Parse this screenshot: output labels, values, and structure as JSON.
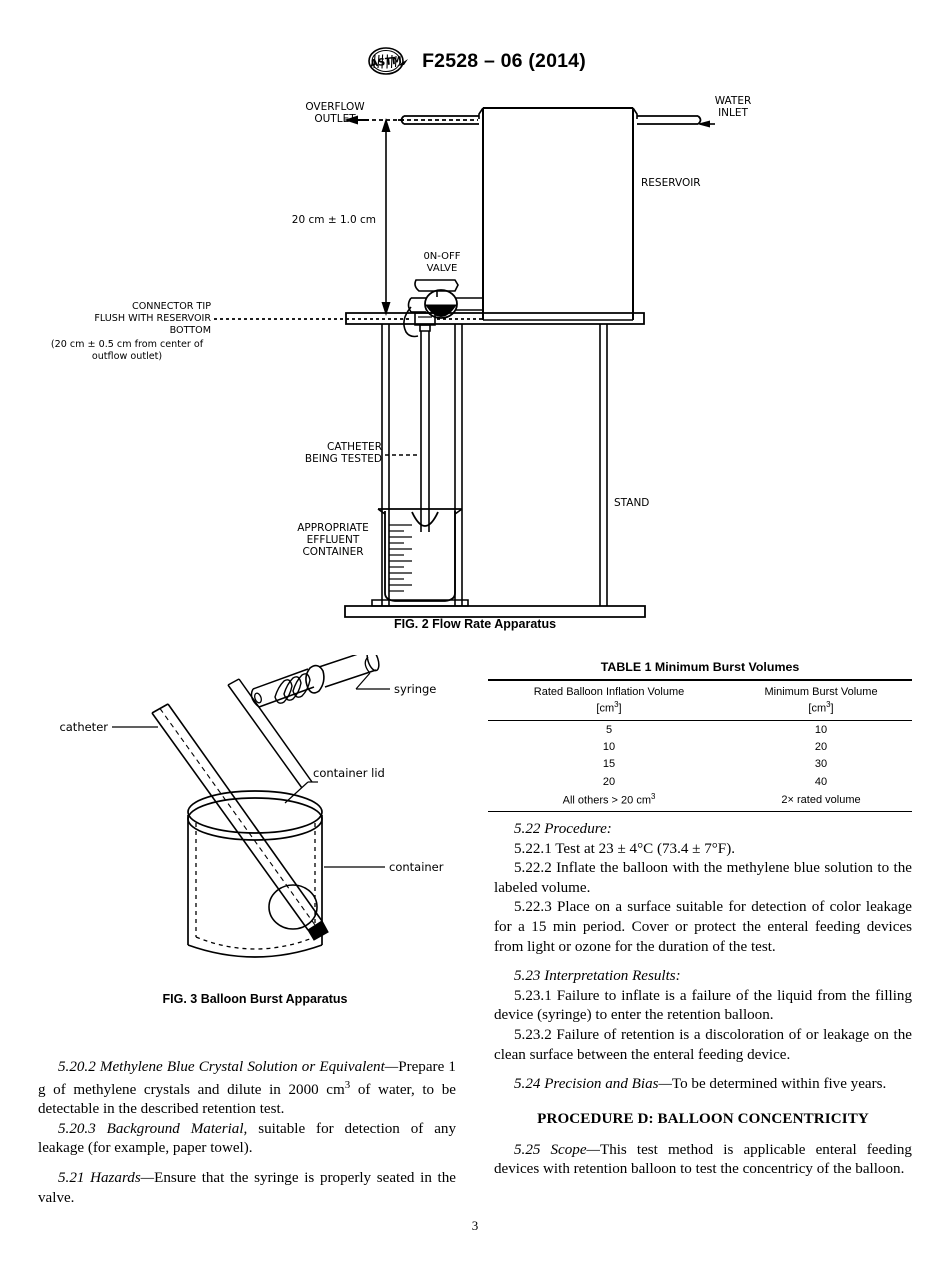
{
  "header": {
    "logo_alt": "ASTM",
    "title": "F2528 – 06 (2014)"
  },
  "figure2": {
    "caption": "FIG. 2 Flow Rate Apparatus",
    "labels": {
      "overflow_outlet_1": "OVERFLOW",
      "overflow_outlet_2": "OUTLET",
      "water_inlet_1": "WATER",
      "water_inlet_2": "INLET",
      "reservoir": "RESERVOIR",
      "dimension": "20 cm ± 1.0 cm",
      "valve_1": "0N-OFF",
      "valve_2": "VALVE",
      "connector_1": "CONNECTOR TIP",
      "connector_2": "FLUSH WITH RESERVOIR",
      "connector_3": "BOTTOM",
      "connector_note_1": "(20 cm ± 0.5 cm from center of",
      "connector_note_2": "outflow outlet)",
      "catheter_1": "CATHETER",
      "catheter_2": "BEING TESTED",
      "stand": "STAND",
      "effluent_1": "APPROPRIATE",
      "effluent_2": "EFFLUENT",
      "effluent_3": "CONTAINER"
    }
  },
  "figure3": {
    "caption": "FIG. 3 Balloon Burst Apparatus",
    "labels": {
      "syringe": "syringe",
      "catheter": "catheter",
      "container_lid": "container lid",
      "container": "container"
    }
  },
  "table1": {
    "title": "TABLE 1 Minimum Burst Volumes",
    "headers": [
      {
        "line1": "Rated Balloon Inflation Volume",
        "unit_prefix": "[cm",
        "unit_sup": "3",
        "unit_suffix": "]"
      },
      {
        "line1": "Minimum Burst Volume",
        "unit_prefix": "[cm",
        "unit_sup": "3",
        "unit_suffix": "]"
      }
    ],
    "rows": [
      {
        "rated": "5",
        "burst": "10"
      },
      {
        "rated": "10",
        "burst": "20"
      },
      {
        "rated": "15",
        "burst": "30"
      },
      {
        "rated": "20",
        "burst": "40"
      }
    ],
    "last_row": {
      "rated_prefix": "All others > 20 cm",
      "rated_sup": "3",
      "burst": "2× rated volume"
    }
  },
  "left_column": {
    "p_5_20_2_head": "5.20.2 Methylene Blue Crystal Solution or Equivalent—",
    "p_5_20_2_body_a": "Prepare 1 g of methylene crystals and dilute in 2000 cm",
    "p_5_20_2_sup": "3",
    "p_5_20_2_body_b": " of water, to be detectable in the described retention test.",
    "p_5_20_3_head": "5.20.3 Background Material,",
    "p_5_20_3_body": " suitable for detection of any leakage (for example, paper towel).",
    "p_5_21_head": "5.21 Hazards—",
    "p_5_21_body": "Ensure that the syringe is properly seated in the valve."
  },
  "right_column": {
    "p_5_22": "5.22 Procedure:",
    "p_5_22_1": "5.22.1 Test at 23 ± 4°C (73.4 ± 7°F).",
    "p_5_22_2": "5.22.2 Inflate the balloon with the methylene blue solution to the labeled volume.",
    "p_5_22_3": "5.22.3 Place on a surface suitable for detection of color leakage for a 15 min period. Cover or protect the enteral feeding devices from light or ozone for the duration of the test.",
    "p_5_23": "5.23 Interpretation Results:",
    "p_5_23_1": "5.23.1 Failure to inflate is a failure of the liquid from the filling device (syringe) to enter the retention balloon.",
    "p_5_23_2": "5.23.2 Failure of retention is a discoloration of or leakage on the clean surface between the enteral feeding device.",
    "p_5_24_head": "5.24 Precision and Bias—",
    "p_5_24_body": "To be determined within five years.",
    "procedure_d_heading": "PROCEDURE D: BALLOON CONCENTRICITY",
    "p_5_25_head": "5.25 Scope—",
    "p_5_25_body": "This test method is applicable enteral feeding devices with retention balloon to test the concentricy of the balloon."
  },
  "footer": {
    "page_number": "3"
  }
}
